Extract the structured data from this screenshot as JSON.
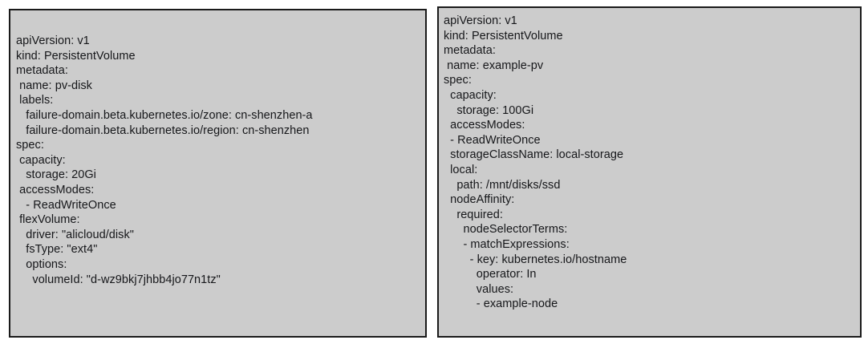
{
  "page": {
    "background_color": "#ffffff",
    "panel_background_color": "#cccccc",
    "panel_border_color": "#1a1a1a",
    "text_color": "#16171a"
  },
  "panels": [
    {
      "name": "alicloud-flexvolume-pv-manifest",
      "lines": [
        "apiVersion: v1",
        "kind: PersistentVolume",
        "metadata:",
        " name: pv-disk",
        " labels:",
        "   failure-domain.beta.kubernetes.io/zone: cn-shenzhen-a",
        "   failure-domain.beta.kubernetes.io/region: cn-shenzhen",
        "spec:",
        " capacity:",
        "   storage: 20Gi",
        " accessModes:",
        "   - ReadWriteOnce",
        " flexVolume:",
        "   driver: \"alicloud/disk\"",
        "   fsType: \"ext4\"",
        "   options:",
        "     volumeId: \"d-wz9bkj7jhbb4jo77n1tz\""
      ]
    },
    {
      "name": "local-storage-pv-manifest",
      "lines": [
        "apiVersion: v1",
        "kind: PersistentVolume",
        "metadata:",
        " name: example-pv",
        "spec:",
        "  capacity:",
        "    storage: 100Gi",
        "  accessModes:",
        "  - ReadWriteOnce",
        "  storageClassName: local-storage",
        "  local:",
        "    path: /mnt/disks/ssd",
        "  nodeAffinity:",
        "    required:",
        "      nodeSelectorTerms:",
        "      - matchExpressions:",
        "        - key: kubernetes.io/hostname",
        "          operator: In",
        "          values:",
        "          - example-node"
      ]
    }
  ]
}
